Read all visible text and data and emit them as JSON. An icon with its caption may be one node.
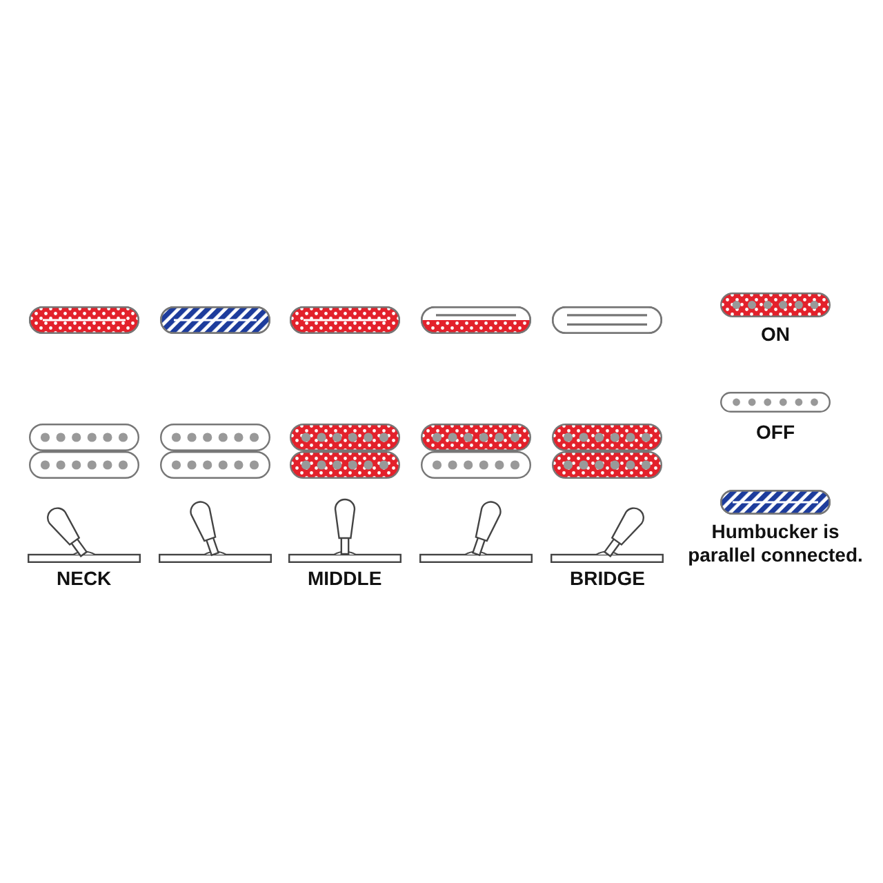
{
  "diagram": {
    "labels": [
      "NECK",
      "MIDDLE",
      "BRIDGE"
    ],
    "legend": [
      {
        "text": "ON"
      },
      {
        "text": "OFF"
      },
      {
        "text": "Humbucker is parallel connected."
      }
    ]
  }
}
